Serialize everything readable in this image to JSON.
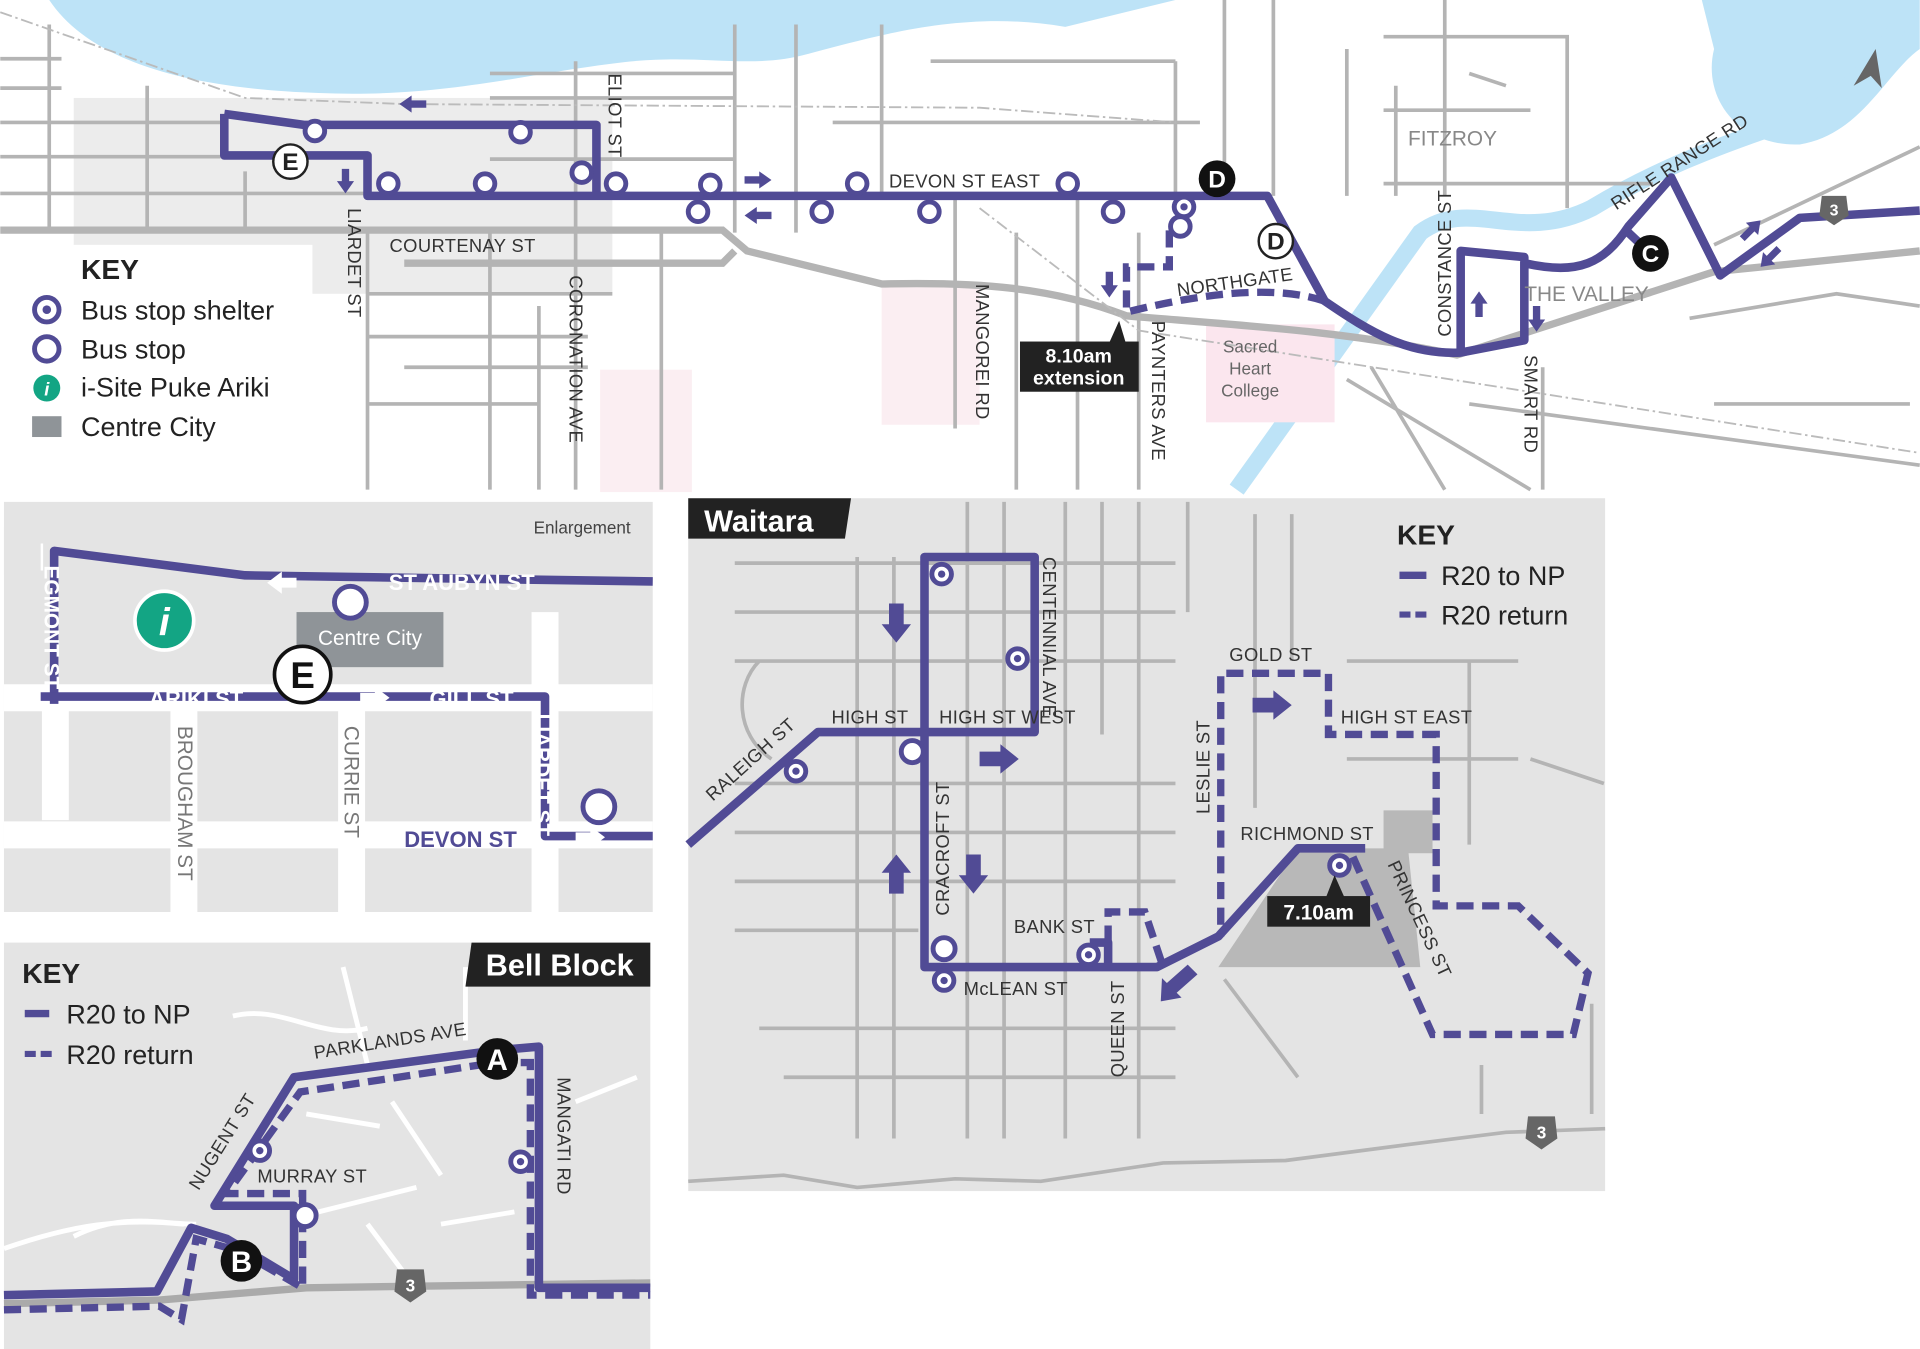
{
  "colors": {
    "route": "#514b95",
    "water": "#bde3f7",
    "road": "#b4b4b4",
    "panel": "#e6e6e6",
    "centre_city": "#8f9498",
    "isite": "#13a584",
    "school": "#fbe6ee"
  },
  "top_map": {
    "streets": {
      "eliot": "ELIOT ST",
      "liardet": "LIARDET ST",
      "courtenay": "COURTENAY ST",
      "coronation": "CORONATION AVE",
      "devon_east": "DEVON ST EAST",
      "mangorei": "MANGOREI RD",
      "paynters": "PAYNTERS AVE",
      "northgate": "NORTHGATE",
      "constance": "CONSTANCE ST",
      "smart": "SMART RD",
      "rifle_range": "RIFLE RANGE RD"
    },
    "suburbs": {
      "fitzroy": "FITZROY",
      "the_valley": "THE VALLEY"
    },
    "school": [
      "Sacred",
      "Heart",
      "College"
    ],
    "extension_label": [
      "8.10am",
      "extension"
    ],
    "markers": {
      "e": "E",
      "d": "D",
      "c": "C"
    },
    "highway": "3",
    "key": {
      "title": "KEY",
      "items": [
        {
          "icon": "bus-stop-shelter",
          "label": "Bus stop shelter"
        },
        {
          "icon": "bus-stop",
          "label": "Bus stop"
        },
        {
          "icon": "info",
          "label": "i-Site Puke Ariki"
        },
        {
          "icon": "centre-city",
          "label": "Centre City"
        }
      ]
    }
  },
  "enlargement": {
    "label": "Enlargement",
    "streets": {
      "st_aubyn": "ST AUBYN ST",
      "egmont": "EGMONT ST",
      "ariki": "ARIKI ST",
      "gill": "GILL ST",
      "liardet": "LIARDET ST",
      "broughham": "BROUGHAM ST",
      "currie": "CURRIE ST",
      "devon": "DEVON ST"
    },
    "centre_city": "Centre City",
    "isite": "i",
    "marker": "E"
  },
  "waitara": {
    "title": "Waitara",
    "streets": {
      "centennial": "CENTENNIAL AVE",
      "high_west": "HIGH ST  WEST",
      "high_st": "HIGH ST",
      "raleigh": "RALEIGH ST",
      "cracroft": "CRACROFT ST",
      "bank": "BANK ST",
      "mclean": "McLEAN ST",
      "queen": "QUEEN ST",
      "gold": "GOLD ST",
      "high_east": "HIGH ST EAST",
      "leslie": "LESLIE ST",
      "richmond": "RICHMOND ST",
      "princess": "PRINCESS ST"
    },
    "time_label": "7.10am",
    "highway": "3",
    "key": {
      "title": "KEY",
      "items": [
        {
          "style": "solid",
          "label": "R20 to NP"
        },
        {
          "style": "dashed",
          "label": "R20 return"
        }
      ]
    }
  },
  "bell_block": {
    "title": "Bell Block",
    "streets": {
      "parklands": "PARKLANDS AVE",
      "nugent": "NUGENT ST",
      "murray": "MURRAY ST",
      "mangati": "MANGATI RD"
    },
    "markers": {
      "a": "A",
      "b": "B"
    },
    "highway": "3",
    "key": {
      "title": "KEY",
      "items": [
        {
          "style": "solid",
          "label": "R20 to NP"
        },
        {
          "style": "dashed",
          "label": "R20 return"
        }
      ]
    }
  }
}
